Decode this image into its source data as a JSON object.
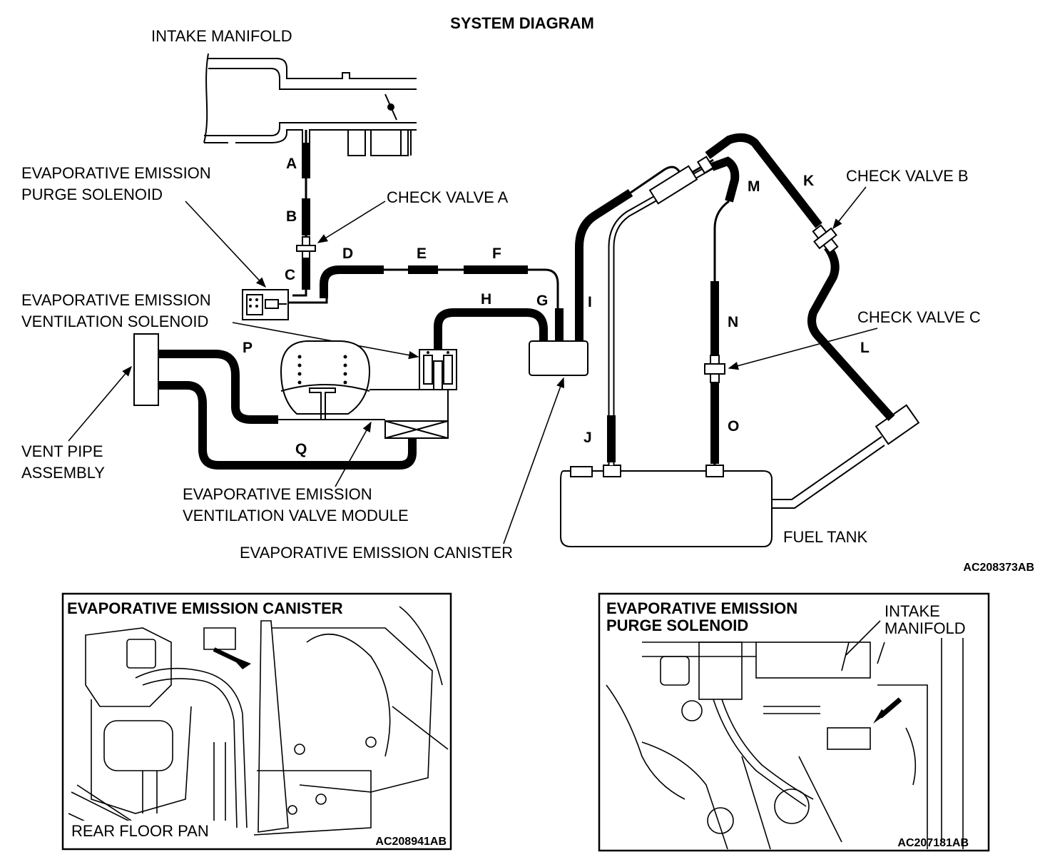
{
  "title": "SYSTEM DIAGRAM",
  "labels": {
    "intake_manifold": "INTAKE MANIFOLD",
    "purge_solenoid_1": "EVAPORATIVE EMISSION",
    "purge_solenoid_2": "PURGE SOLENOID",
    "check_valve_a": "CHECK VALVE A",
    "ventilation_solenoid_1": "EVAPORATIVE EMISSION",
    "ventilation_solenoid_2": "VENTILATION SOLENOID",
    "vent_pipe_1": "VENT PIPE",
    "vent_pipe_2": "ASSEMBLY",
    "valve_module_1": "EVAPORATIVE EMISSION",
    "valve_module_2": "VENTILATION VALVE MODULE",
    "canister": "EVAPORATIVE EMISSION CANISTER",
    "check_valve_b": "CHECK VALVE B",
    "check_valve_c": "CHECK VALVE C",
    "fuel_tank": "FUEL TANK"
  },
  "hose_letters": [
    "A",
    "B",
    "C",
    "D",
    "E",
    "F",
    "G",
    "H",
    "I",
    "J",
    "K",
    "L",
    "M",
    "N",
    "O",
    "P",
    "Q"
  ],
  "figure_codes": {
    "main": "AC208373AB",
    "canister_view": "AC208941AB",
    "solenoid_view": "AC207181AB"
  },
  "inset_left": {
    "title": "EVAPORATIVE EMISSION CANISTER",
    "label": "REAR FLOOR PAN"
  },
  "inset_right": {
    "title_1": "EVAPORATIVE EMISSION",
    "title_2": "PURGE SOLENOID",
    "label_1": "INTAKE",
    "label_2": "MANIFOLD"
  }
}
